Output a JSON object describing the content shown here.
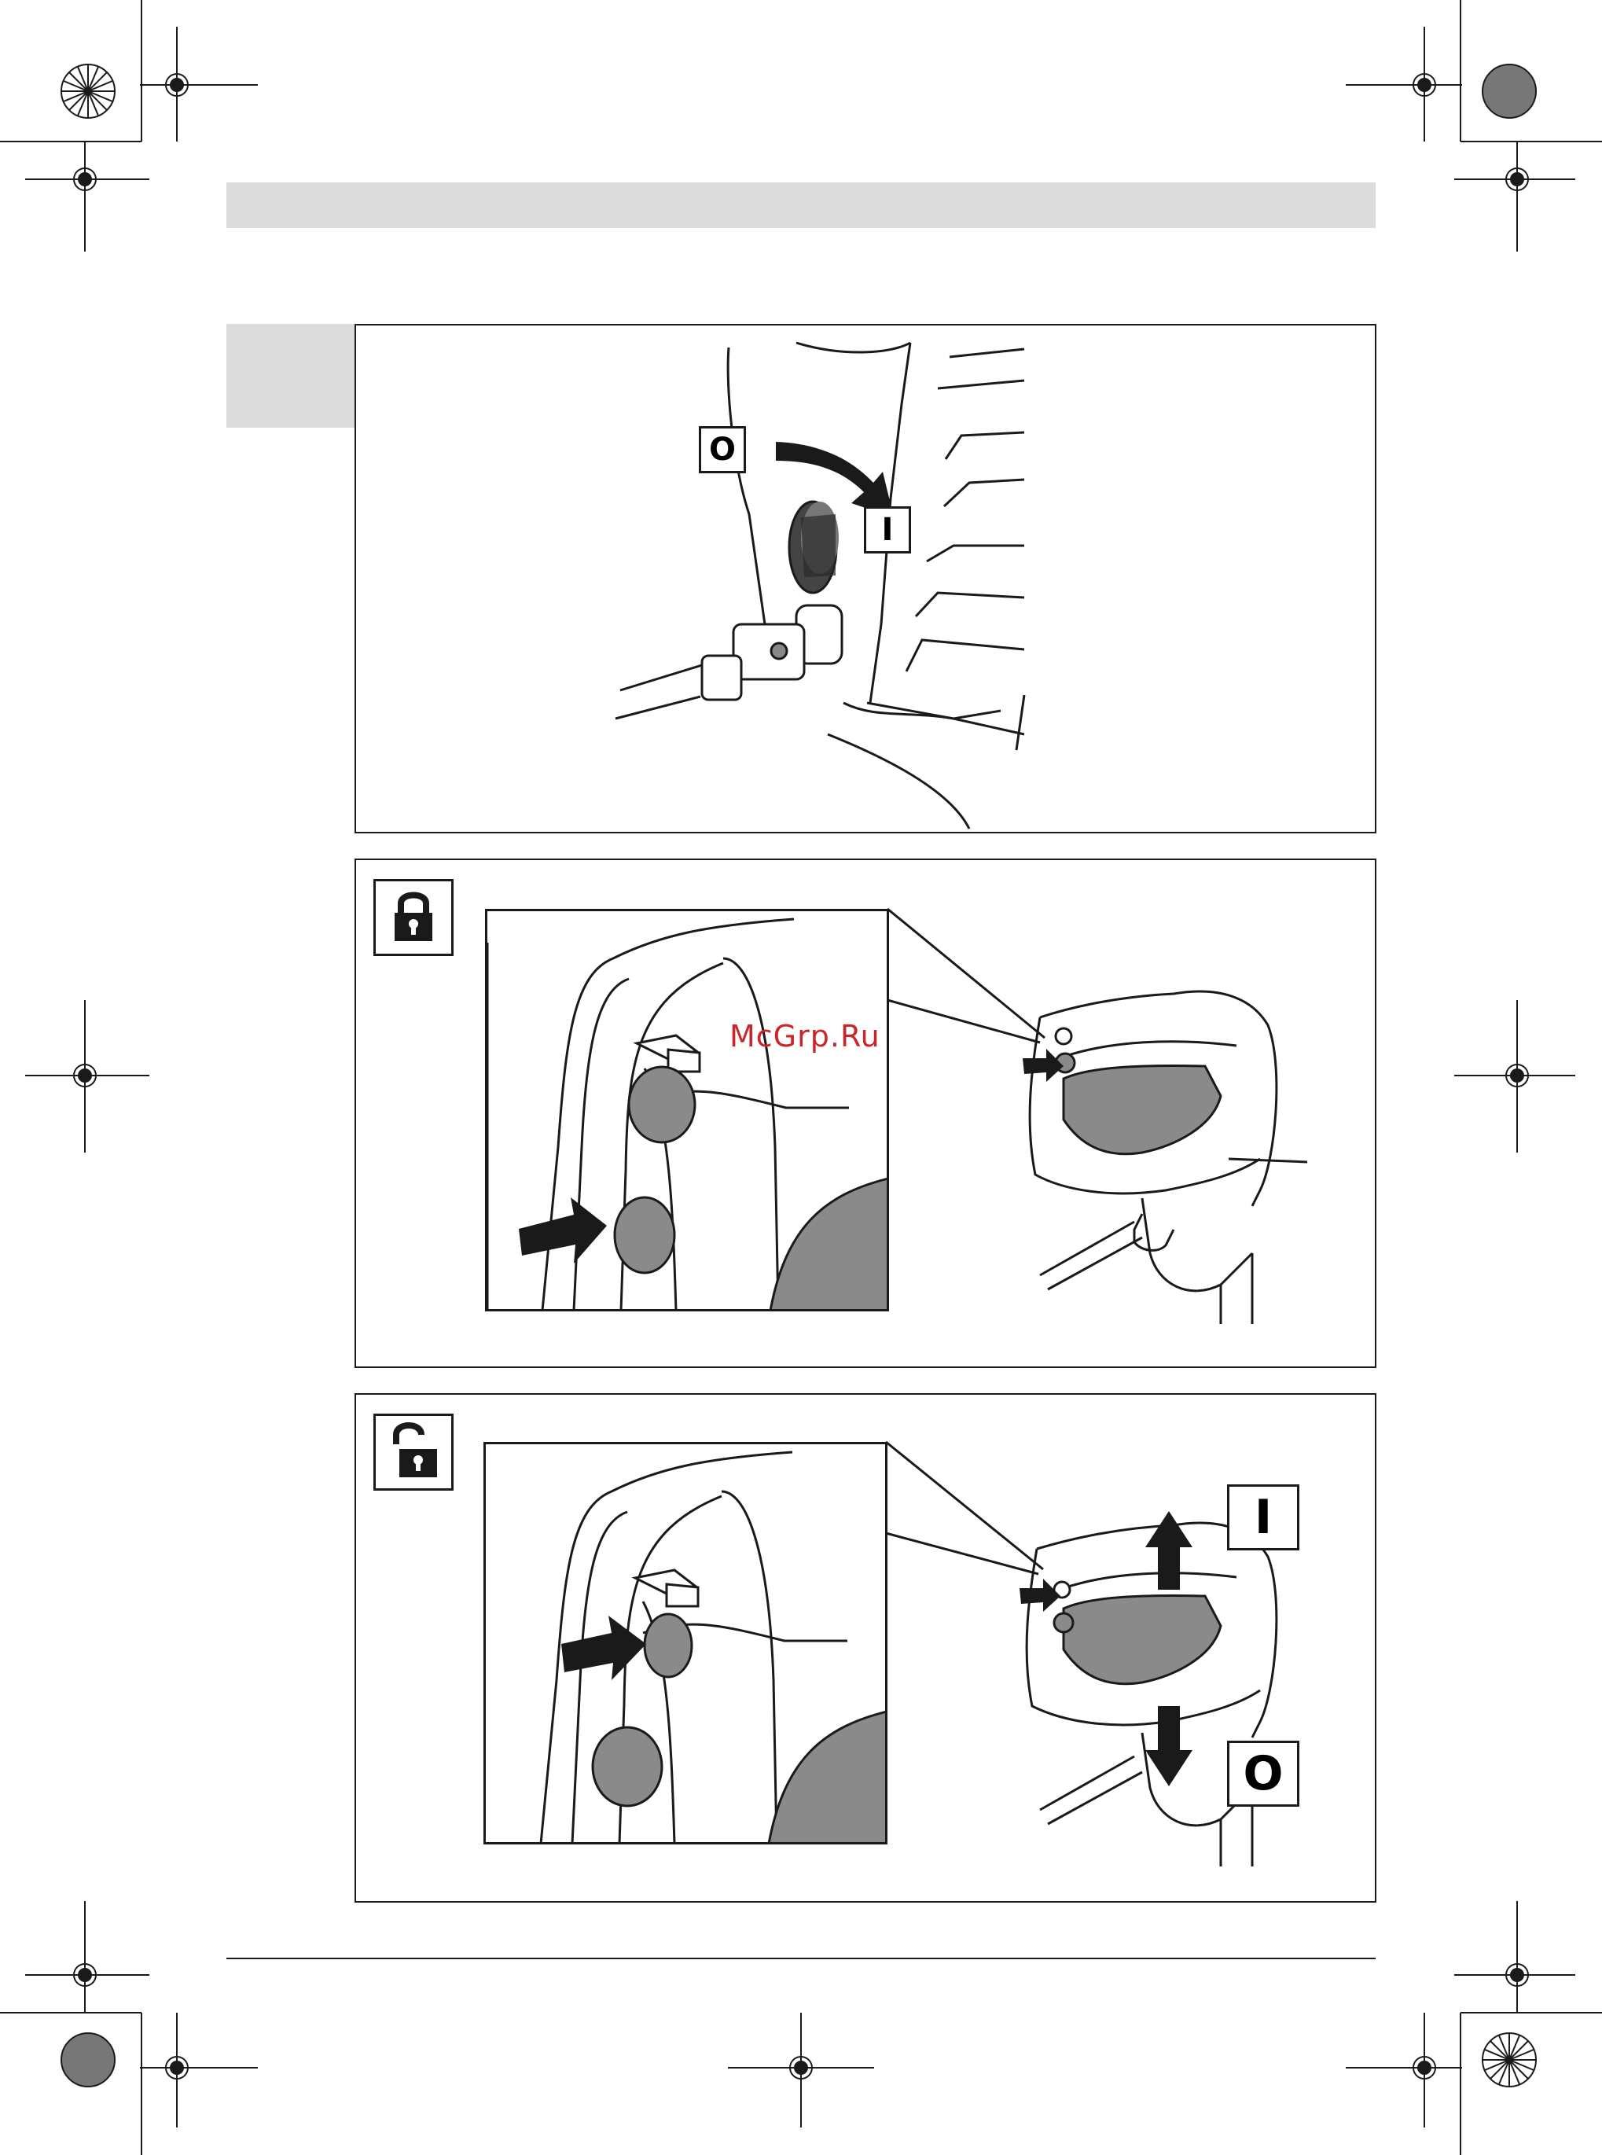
{
  "watermark": {
    "text": "McGrp.Ru"
  },
  "symbols": {
    "off_label": "O",
    "on_label": "I"
  },
  "colors": {
    "header_band": "#dcdcdc",
    "line": "#1a1a1a",
    "shade": "#8a8a8a",
    "watermark": "#c8262a"
  },
  "icons": {
    "locked": "padlock-closed-icon",
    "unlocked": "padlock-open-icon"
  }
}
